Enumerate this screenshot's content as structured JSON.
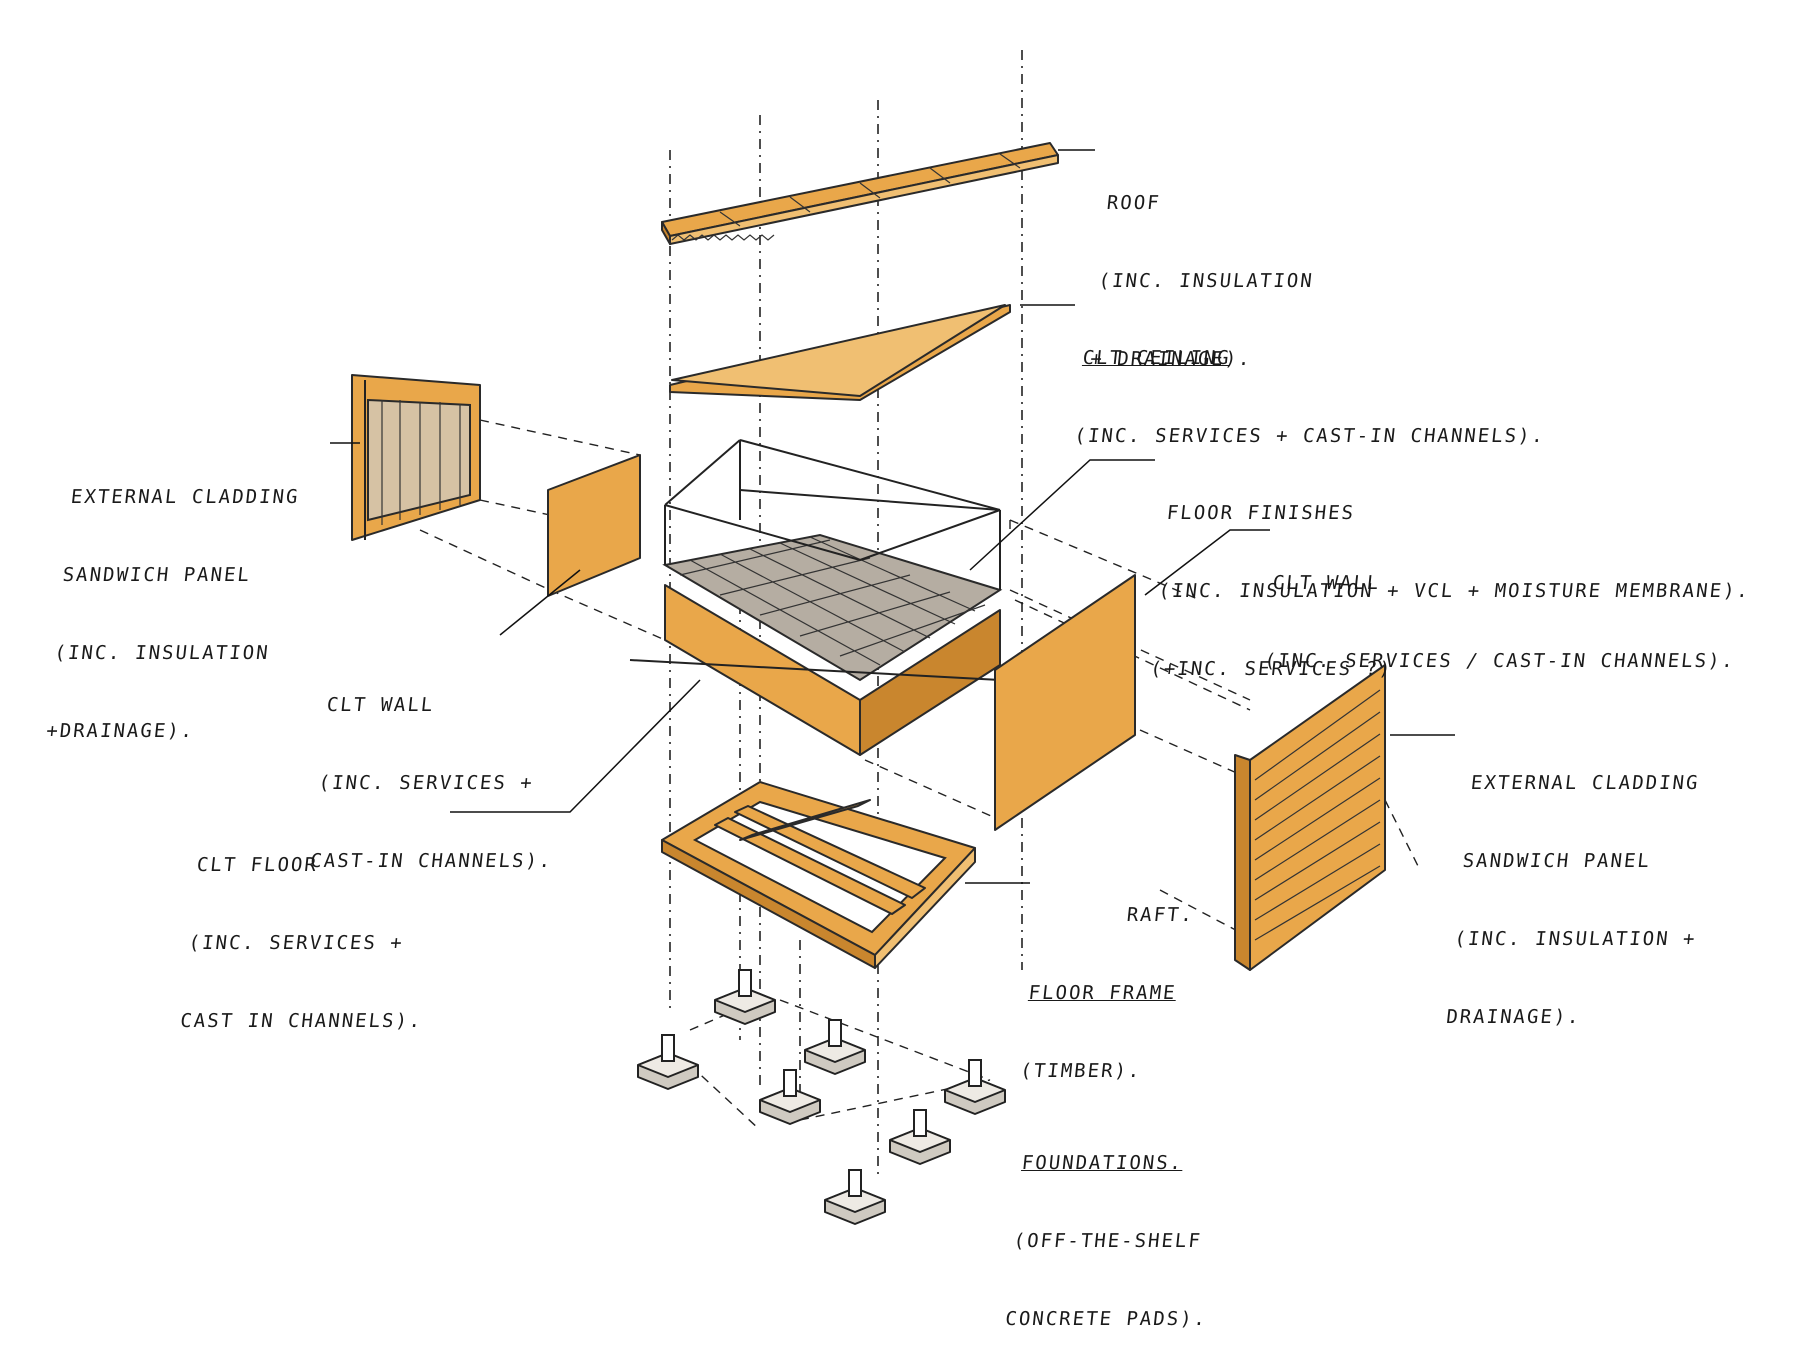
{
  "labels": {
    "roof": {
      "line1": "ROOF",
      "line2": "(INC. INSULATION",
      "line3": "+ DRAINAGE)."
    },
    "clt_ceiling": {
      "line1": "CLT CEILING",
      "line2": "(INC. SERVICES + CAST-IN CHANNELS)."
    },
    "cladding_left": {
      "line1": "EXTERNAL CLADDING",
      "line2": "SANDWICH PANEL",
      "line3": "(INC. INSULATION",
      "line4": "+DRAINAGE)."
    },
    "floor_finishes": {
      "line1": "FLOOR FINISHES",
      "line2": "(INC. INSULATION + VCL + MOISTURE MEMBRANE).",
      "line3": "(+INC. SERVICES ?)"
    },
    "clt_wall_right": {
      "line1": "CLT WALL",
      "line2": "(INC. SERVICES / CAST-IN CHANNELS)."
    },
    "clt_wall_left": {
      "line1": "CLT WALL",
      "line2": "(INC. SERVICES +",
      "line3": "CAST-IN CHANNELS)."
    },
    "cladding_right": {
      "line1": "EXTERNAL CLADDING",
      "line2": "SANDWICH PANEL",
      "line3": "(INC. INSULATION +",
      "line4": "DRAINAGE)."
    },
    "clt_floor": {
      "line1": "CLT FLOOR",
      "line2": "(INC. SERVICES +",
      "line3": "CAST IN CHANNELS)."
    },
    "floor_frame": {
      "line0": "RAFT.",
      "line1": "FLOOR FRAME",
      "line2": "(TIMBER)."
    },
    "foundations": {
      "line1": "FOUNDATIONS.",
      "line2": "(OFF-THE-SHELF",
      "line3": "CONCRETE PADS)."
    }
  },
  "colors": {
    "timber": "#e9a74a",
    "timber_light": "#f0bf72",
    "timber_dark": "#c9862e",
    "membrane": "#b5ada2",
    "concrete": "#cfcac1",
    "ink": "#1a1a1a"
  }
}
